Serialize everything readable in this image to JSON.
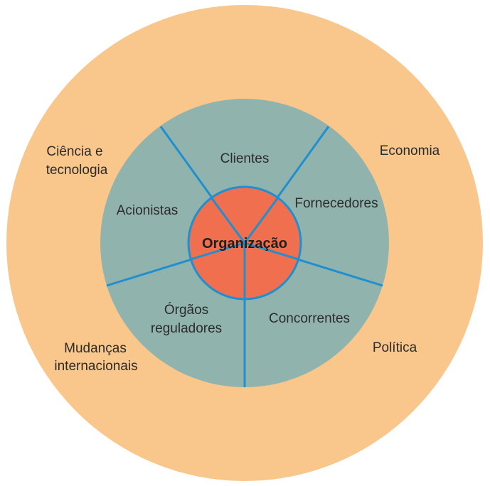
{
  "diagram": {
    "center": {
      "label": "Organização"
    },
    "inner_ring": [
      {
        "id": "clientes",
        "label": "Clientes"
      },
      {
        "id": "fornecedores",
        "label": "Fornecedores"
      },
      {
        "id": "concorrentes",
        "label": "Concorrentes"
      },
      {
        "id": "orgaos",
        "label_lines": [
          "Órgãos",
          "reguladores"
        ]
      },
      {
        "id": "acionistas",
        "label": "Acionistas"
      }
    ],
    "outer_ring": [
      {
        "id": "economia",
        "label": "Economia"
      },
      {
        "id": "politica",
        "label": "Política"
      },
      {
        "id": "mudancas",
        "label_lines": [
          "Mudanças",
          "internacionais"
        ]
      },
      {
        "id": "ciencia",
        "label_lines": [
          "Ciência e",
          "tecnologia"
        ]
      }
    ],
    "colors": {
      "outer": "#f9c68c",
      "middle": "#91b3ad",
      "center": "#f06f4f",
      "lines": "#1f8fd0"
    }
  }
}
